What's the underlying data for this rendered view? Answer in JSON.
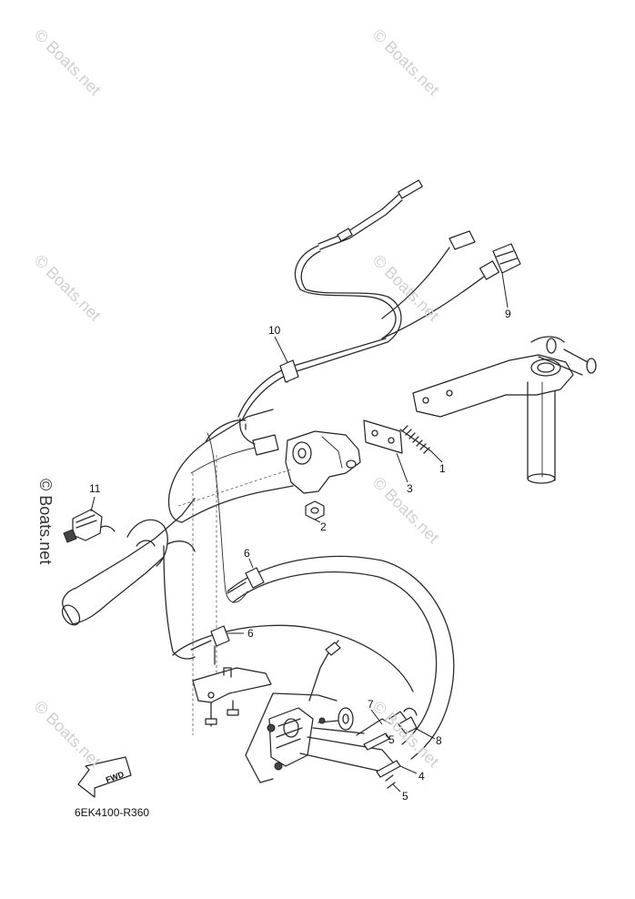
{
  "diagram": {
    "code": "6EK4100-R360",
    "direction_label": "FWD",
    "watermark": "© Boats.net",
    "callouts": [
      {
        "id": "c1",
        "label": "1"
      },
      {
        "id": "c2",
        "label": "2"
      },
      {
        "id": "c3",
        "label": "3"
      },
      {
        "id": "c4",
        "label": "4"
      },
      {
        "id": "c5a",
        "label": "5"
      },
      {
        "id": "c5b",
        "label": "5"
      },
      {
        "id": "c6a",
        "label": "6"
      },
      {
        "id": "c6b",
        "label": "6"
      },
      {
        "id": "c7",
        "label": "7"
      },
      {
        "id": "c8",
        "label": "8"
      },
      {
        "id": "c9",
        "label": "9"
      },
      {
        "id": "c10",
        "label": "10"
      },
      {
        "id": "c11",
        "label": "11"
      }
    ]
  }
}
